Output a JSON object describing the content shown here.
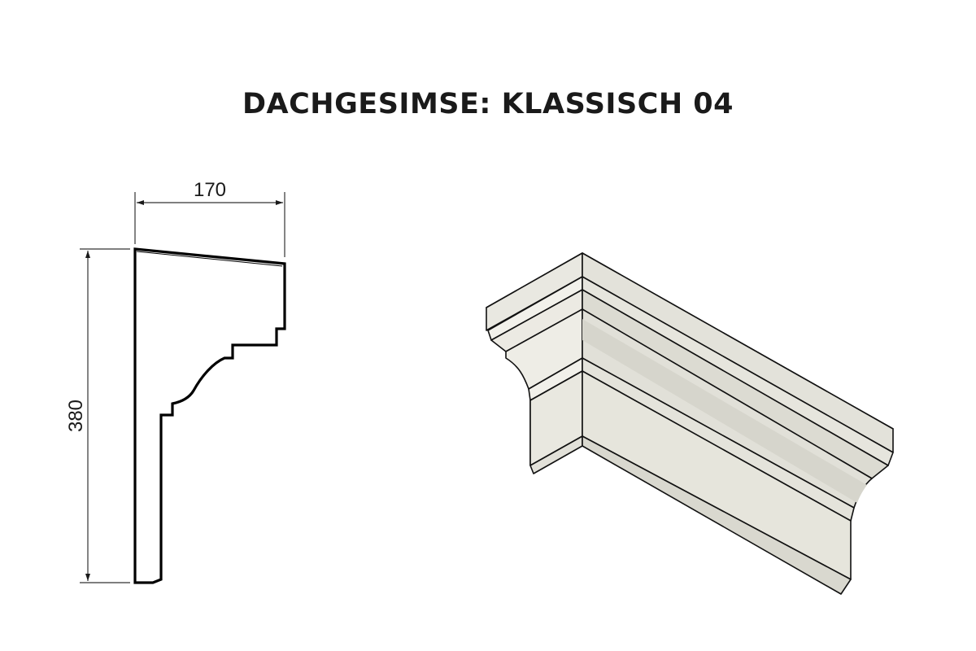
{
  "title": "DACHGESIMSE: KLASSISCH 04",
  "dimensions": {
    "width_label": "170",
    "height_label": "380"
  },
  "colors": {
    "stone_light": "#eeede6",
    "stone_mid": "#e3e2da",
    "stone_shade": "#d3d2c9",
    "outline": "#111111",
    "text": "#1a1a1a"
  }
}
